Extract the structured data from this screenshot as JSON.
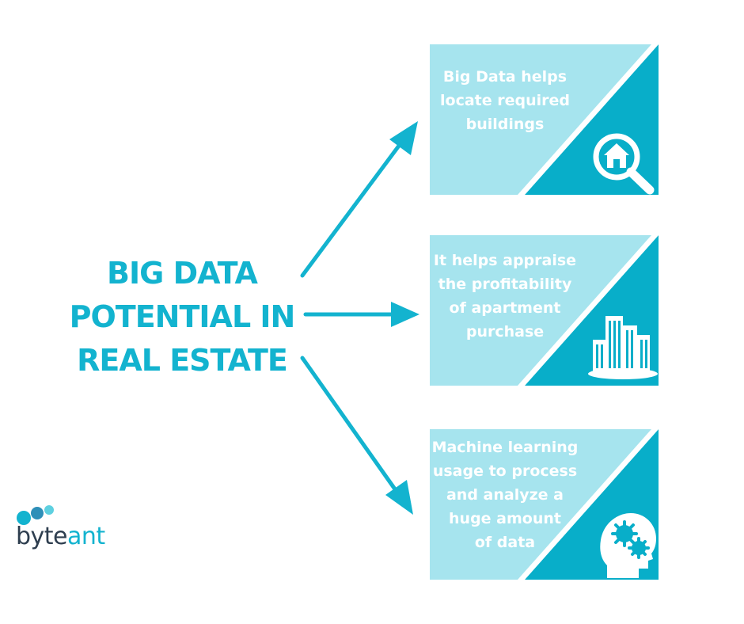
{
  "title": {
    "lines": [
      "BIG DATA",
      "POTENTIAL IN",
      "REAL ESTATE"
    ]
  },
  "cards": [
    {
      "lines": [
        "Big Data helps",
        "locate required",
        "buildings"
      ],
      "icon": "house-magnifier-icon"
    },
    {
      "lines": [
        "It helps appraise",
        "the profitability",
        "of apartment",
        "purchase"
      ],
      "icon": "city-buildings-icon"
    },
    {
      "lines": [
        "Machine learning",
        "usage to process",
        "and analyze a",
        "huge amount",
        "of data"
      ],
      "icon": "head-gears-icon"
    }
  ],
  "logo": {
    "text_dark": "byte",
    "text_accent": "ant"
  },
  "colors": {
    "accent": "#13b3cf",
    "card_light": "#a6e4ee",
    "card_dark": "#08aec9",
    "logo_dark": "#2e3e4f"
  }
}
